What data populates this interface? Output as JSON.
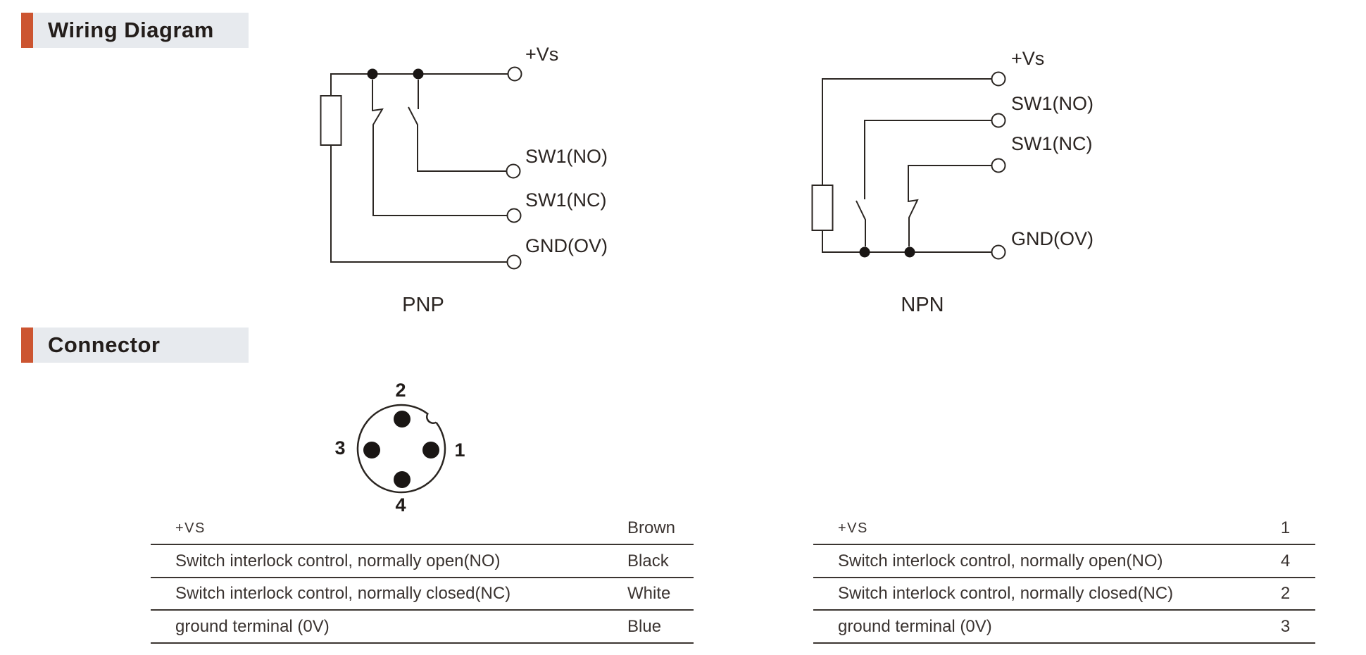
{
  "page": {
    "accent_color": "#cc5531",
    "header_bg_color": "#e7eaee",
    "line_color": "#2b2622",
    "text_color": "#272220"
  },
  "sections": {
    "wiring": {
      "title": "Wiring Diagram"
    },
    "connector": {
      "title": "Connector"
    }
  },
  "wiring_diagrams": {
    "pnp": {
      "caption": "PNP",
      "labels": {
        "vs": "+Vs",
        "no": "SW1(NO)",
        "nc": "SW1(NC)",
        "gnd": "GND(OV)"
      }
    },
    "npn": {
      "caption": "NPN",
      "labels": {
        "vs": "+Vs",
        "no": "SW1(NO)",
        "nc": "SW1(NC)",
        "gnd": "GND(OV)"
      }
    }
  },
  "connector": {
    "pins": [
      {
        "number": "1",
        "position": "right"
      },
      {
        "number": "2",
        "position": "top"
      },
      {
        "number": "3",
        "position": "left"
      },
      {
        "number": "4",
        "position": "bottom"
      }
    ],
    "wire_table": {
      "rows": [
        {
          "function": "+VS",
          "wire_color": "Brown"
        },
        {
          "function": "Switch interlock control, normally open(NO)",
          "wire_color": "Black"
        },
        {
          "function": "Switch interlock control, normally closed(NC)",
          "wire_color": "White"
        },
        {
          "function": "ground terminal (0V)",
          "wire_color": "Blue"
        }
      ]
    },
    "pin_table": {
      "rows": [
        {
          "function": "+VS",
          "pin": "1"
        },
        {
          "function": "Switch interlock control, normally open(NO)",
          "pin": "4"
        },
        {
          "function": "Switch interlock control, normally closed(NC)",
          "pin": "2"
        },
        {
          "function": "ground terminal (0V)",
          "pin": "3"
        }
      ]
    }
  }
}
